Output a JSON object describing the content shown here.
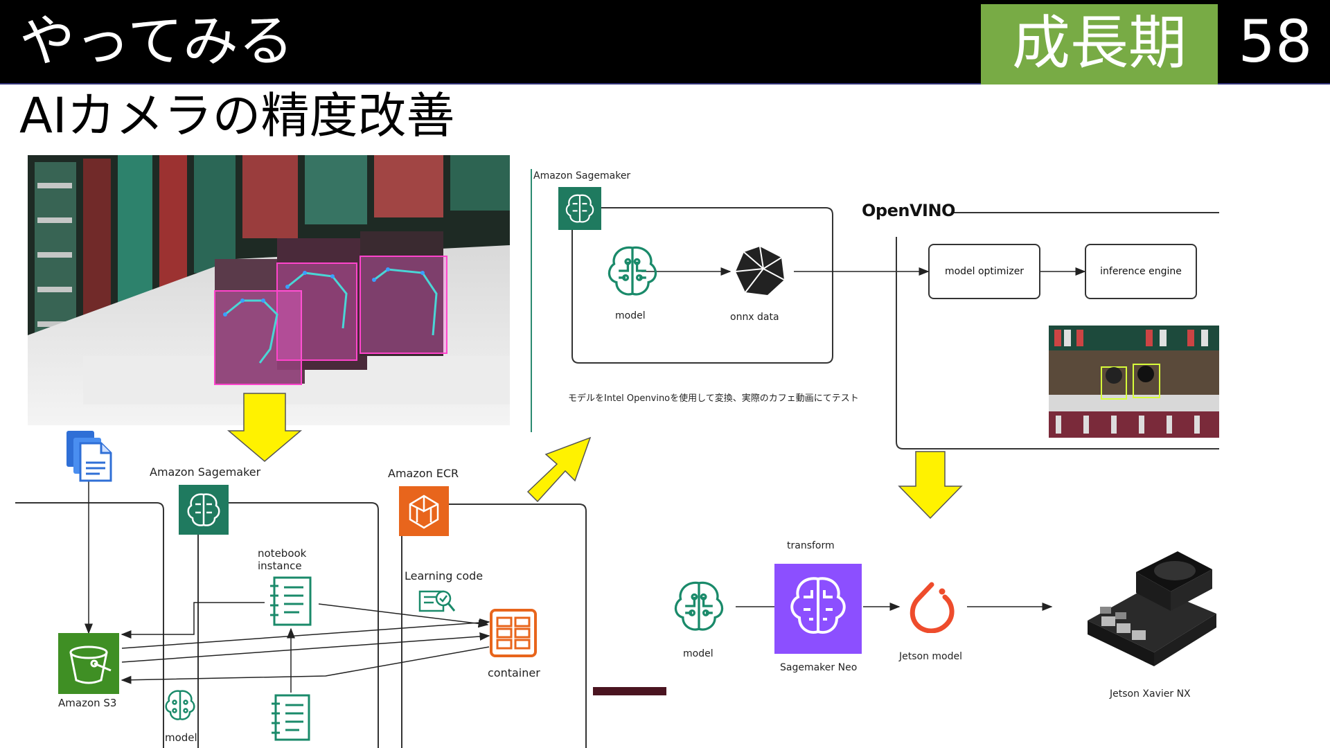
{
  "header": {
    "title": "やってみる",
    "phase": "成長期",
    "page_number": "58",
    "phase_color": "#78ab45"
  },
  "subtitle": "AIカメラの精度改善",
  "left_diagram": {
    "sagemaker_label": "Amazon Sagemaker",
    "ecr_label": "Amazon ECR",
    "notebook_label_line1": "notebook",
    "notebook_label_line2": "instance",
    "learning_code_label": "Learning code",
    "container_label": "container",
    "s3_label": "Amazon S3",
    "model_label": "model"
  },
  "right_diagram": {
    "sagemaker_label": "Amazon Sagemaker",
    "model_label": "model",
    "onnx_label": "onnx data",
    "openvino_label": "OpenVINO",
    "optimizer_label": "model optimizer",
    "inference_label": "inference engine",
    "caption": "モデルをIntel Openvinoを使用して変換、実際のカフェ動画にてテスト"
  },
  "bottom_diagram": {
    "transform_label": "transform",
    "model_label": "model",
    "neo_label": "Sagemaker Neo",
    "jetson_model_label": "Jetson model",
    "device_label": "Jetson Xavier NX"
  },
  "colors": {
    "sagemaker_teal": "#1f7a5f",
    "ecr_orange": "#e8651c",
    "s3_green": "#3f8f24",
    "neo_purple": "#8c4fff",
    "arrow_yellow": "#fff200",
    "icon_teal": "#1a8a6a"
  }
}
